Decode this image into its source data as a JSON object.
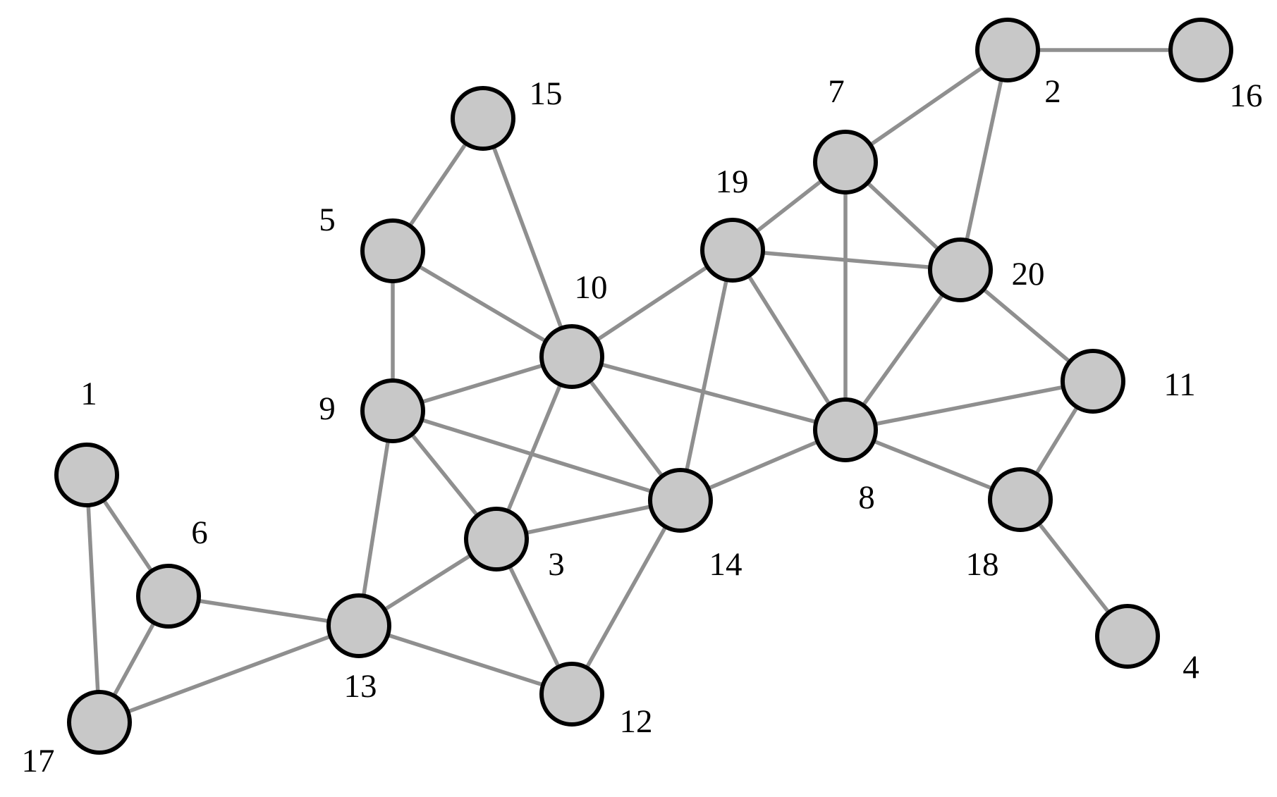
{
  "colors": {
    "node_fill": "#c8c8c8",
    "node_stroke": "#000000",
    "edge": "#8f8f8f",
    "background": "#ffffff"
  },
  "nodes": [
    {
      "id": "1",
      "label": "1"
    },
    {
      "id": "2",
      "label": "2"
    },
    {
      "id": "3",
      "label": "3"
    },
    {
      "id": "4",
      "label": "4"
    },
    {
      "id": "5",
      "label": "5"
    },
    {
      "id": "6",
      "label": "6"
    },
    {
      "id": "7",
      "label": "7"
    },
    {
      "id": "8",
      "label": "8"
    },
    {
      "id": "9",
      "label": "9"
    },
    {
      "id": "10",
      "label": "10"
    },
    {
      "id": "11",
      "label": "11"
    },
    {
      "id": "12",
      "label": "12"
    },
    {
      "id": "13",
      "label": "13"
    },
    {
      "id": "14",
      "label": "14"
    },
    {
      "id": "15",
      "label": "15"
    },
    {
      "id": "16",
      "label": "16"
    },
    {
      "id": "17",
      "label": "17"
    },
    {
      "id": "18",
      "label": "18"
    },
    {
      "id": "19",
      "label": "19"
    },
    {
      "id": "20",
      "label": "20"
    }
  ],
  "edges": [
    [
      "2",
      "16"
    ],
    [
      "2",
      "7"
    ],
    [
      "2",
      "20"
    ],
    [
      "7",
      "19"
    ],
    [
      "7",
      "20"
    ],
    [
      "7",
      "8"
    ],
    [
      "19",
      "20"
    ],
    [
      "19",
      "10"
    ],
    [
      "19",
      "8"
    ],
    [
      "19",
      "14"
    ],
    [
      "20",
      "8"
    ],
    [
      "20",
      "11"
    ],
    [
      "15",
      "5"
    ],
    [
      "15",
      "10"
    ],
    [
      "5",
      "10"
    ],
    [
      "5",
      "9"
    ],
    [
      "10",
      "9"
    ],
    [
      "10",
      "8"
    ],
    [
      "10",
      "14"
    ],
    [
      "10",
      "3"
    ],
    [
      "9",
      "14"
    ],
    [
      "9",
      "3"
    ],
    [
      "9",
      "13"
    ],
    [
      "8",
      "14"
    ],
    [
      "8",
      "11"
    ],
    [
      "8",
      "18"
    ],
    [
      "11",
      "18"
    ],
    [
      "18",
      "4"
    ],
    [
      "3",
      "14"
    ],
    [
      "3",
      "13"
    ],
    [
      "3",
      "12"
    ],
    [
      "14",
      "12"
    ],
    [
      "13",
      "12"
    ],
    [
      "13",
      "6"
    ],
    [
      "13",
      "17"
    ],
    [
      "1",
      "6"
    ],
    [
      "1",
      "17"
    ],
    [
      "6",
      "17"
    ]
  ]
}
